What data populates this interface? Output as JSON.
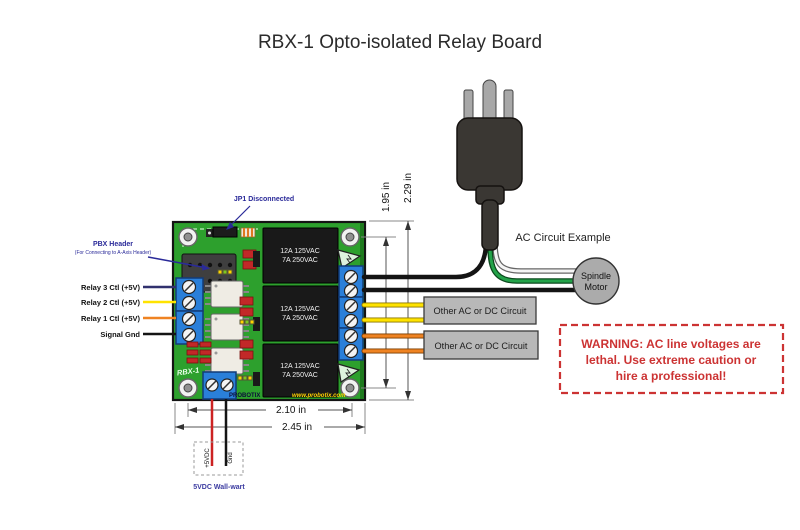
{
  "title": "RBX-1 Opto-isolated Relay Board",
  "board": {
    "silkscreen_name": "RBX-1",
    "brand": "PROBOTIX",
    "website": "www.probotix.com",
    "relay_rating_line1": "12A 125VAC",
    "relay_rating_line2": "7A 250VAC"
  },
  "callouts": {
    "jp1": "JP1 Disconnected",
    "pbx_header": "PBX Header",
    "pbx_header_sub": "(For Connecting to A-Axis Header)"
  },
  "inputs": {
    "relay3": "Relay 3 Ctl (+5V)",
    "relay2": "Relay 2 Ctl (+5V)",
    "relay1": "Relay 1 Ctl (+5V)",
    "signal_gnd": "Signal Gnd"
  },
  "ac_example": {
    "label": "AC Circuit Example",
    "motor_line1": "Spindle",
    "motor_line2": "Motor"
  },
  "loads": {
    "circuit1": "Other AC or DC Circuit",
    "circuit2": "Other AC or DC Circuit"
  },
  "power": {
    "plus5": "+5VDC",
    "gnd": "Gnd",
    "supply": "5VDC Wall-wart"
  },
  "dimensions": {
    "hole_height": "1.95 in",
    "board_height": "2.29 in",
    "hole_width": "2.10 in",
    "board_width": "2.45 in"
  },
  "warning": {
    "line1": "WARNING: AC line voltages are",
    "line2": "lethal. Use extreme caution or",
    "line3": "hire a professional!"
  },
  "colors": {
    "pcb_green": "#2da02d",
    "terminal_blue": "#2a7fd9",
    "wire_yellow": "#ffe300",
    "wire_orange": "#ef8322",
    "wire_navy": "#31316e",
    "wire_red": "#cc2222",
    "wire_green": "#23a349",
    "warning_red": "#cc3333",
    "callout_blue": "#2a2a99"
  }
}
